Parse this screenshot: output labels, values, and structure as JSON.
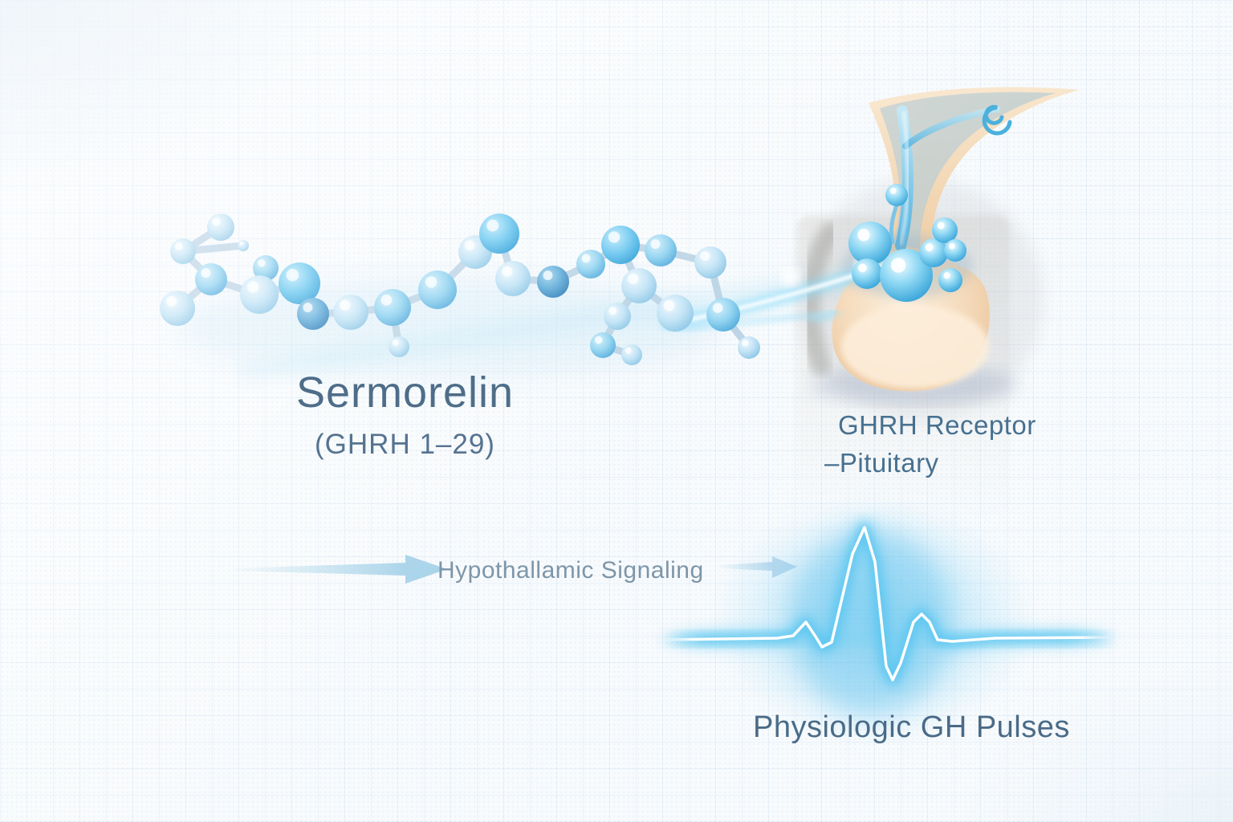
{
  "title": "Sermorelin (GHRH 1–29) mechanism illustration",
  "labels": {
    "molecule_title": "Sermorelin",
    "molecule_subtitle": "(GHRH 1–29)",
    "receptor_line1": "GHRH Receptor",
    "receptor_line2": "–Pituitary",
    "signaling_label": "Hypothallamic Signaling",
    "pulses_label": "Physiologic GH Pulses"
  },
  "colors": {
    "text_primary": "#4e6d89",
    "text_secondary": "#557390",
    "text_muted": "#7d96a9",
    "atom_light": "#bfe2f5",
    "atom_mid": "#6fc3e9",
    "atom_cyan": "#49b4e4",
    "atom_dark": "#3f86b8",
    "bond": "#b9d2e4",
    "gland_peach": "#f3d6b4",
    "stream_blue": "#5fb9e2",
    "pulse_glow": "#53c4f0",
    "arrow_blue": "#a5d2e8",
    "grid_line": "#dce9f4"
  },
  "molecule": {
    "atoms": [
      [
        275,
        283,
        17,
        "L"
      ],
      [
        228,
        313,
        16,
        "L"
      ],
      [
        303,
        306,
        7,
        "L"
      ],
      [
        263,
        348,
        20,
        "M"
      ],
      [
        221,
        384,
        22,
        "L"
      ],
      [
        331,
        334,
        16,
        "M"
      ],
      [
        323,
        367,
        24,
        "L"
      ],
      [
        373,
        353,
        26,
        "C"
      ],
      [
        390,
        391,
        20,
        "D"
      ],
      [
        437,
        389,
        22,
        "L"
      ],
      [
        489,
        383,
        23,
        "M"
      ],
      [
        497,
        432,
        13,
        "L"
      ],
      [
        545,
        361,
        24,
        "M"
      ],
      [
        592,
        314,
        21,
        "L"
      ],
      [
        622,
        291,
        25,
        "C"
      ],
      [
        639,
        347,
        22,
        "L"
      ],
      [
        689,
        351,
        20,
        "D"
      ],
      [
        736,
        329,
        18,
        "M"
      ],
      [
        773,
        305,
        24,
        "C"
      ],
      [
        823,
        312,
        20,
        "M"
      ],
      [
        796,
        356,
        22,
        "L"
      ],
      [
        841,
        390,
        23,
        "L"
      ],
      [
        769,
        394,
        17,
        "L"
      ],
      [
        751,
        430,
        16,
        "M"
      ],
      [
        787,
        442,
        13,
        "L"
      ],
      [
        885,
        327,
        20,
        "L"
      ],
      [
        901,
        392,
        21,
        "M"
      ],
      [
        933,
        433,
        14,
        "L"
      ]
    ],
    "bonds": [
      [
        0,
        1
      ],
      [
        1,
        2
      ],
      [
        1,
        3
      ],
      [
        3,
        4
      ],
      [
        3,
        6
      ],
      [
        5,
        6
      ],
      [
        6,
        7
      ],
      [
        7,
        8
      ],
      [
        8,
        9
      ],
      [
        9,
        10
      ],
      [
        10,
        11
      ],
      [
        10,
        12
      ],
      [
        12,
        13
      ],
      [
        13,
        14
      ],
      [
        14,
        15
      ],
      [
        15,
        16
      ],
      [
        16,
        17
      ],
      [
        17,
        18
      ],
      [
        18,
        19
      ],
      [
        18,
        20
      ],
      [
        20,
        21
      ],
      [
        20,
        22
      ],
      [
        22,
        23
      ],
      [
        23,
        24
      ],
      [
        19,
        25
      ],
      [
        25,
        26
      ],
      [
        26,
        27
      ]
    ]
  },
  "gland": {
    "vesicles": [
      [
        1084,
        303,
        27
      ],
      [
        1080,
        341,
        19
      ],
      [
        1129,
        343,
        33
      ],
      [
        1163,
        315,
        18
      ],
      [
        1177,
        287,
        16
      ],
      [
        1190,
        312,
        14
      ],
      [
        1184,
        349,
        15
      ],
      [
        1117,
        243,
        14
      ]
    ]
  },
  "waveform": {
    "points": [
      [
        822,
        797
      ],
      [
        968,
        795
      ],
      [
        988,
        792
      ],
      [
        1004,
        775
      ],
      [
        1016,
        793
      ],
      [
        1024,
        806
      ],
      [
        1036,
        800
      ],
      [
        1062,
        690
      ],
      [
        1077,
        657
      ],
      [
        1090,
        700
      ],
      [
        1104,
        830
      ],
      [
        1112,
        847
      ],
      [
        1122,
        826
      ],
      [
        1138,
        775
      ],
      [
        1148,
        765
      ],
      [
        1158,
        775
      ],
      [
        1168,
        797
      ],
      [
        1186,
        799
      ],
      [
        1240,
        795
      ],
      [
        1385,
        794
      ]
    ]
  }
}
